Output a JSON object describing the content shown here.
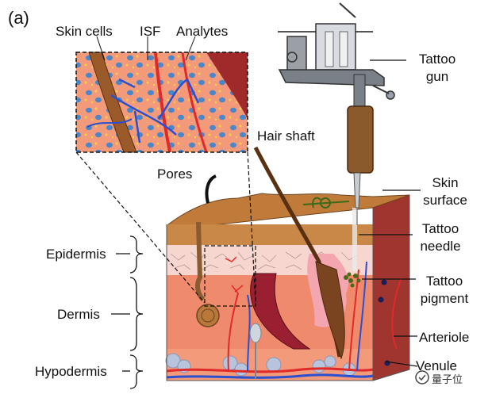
{
  "panel_label": "(a)",
  "labels": {
    "skin_cells": "Skin cells",
    "isf": "ISF",
    "analytes": "Analytes",
    "tattoo_gun_1": "Tattoo",
    "tattoo_gun_2": "gun",
    "hair_shaft": "Hair shaft",
    "pores": "Pores",
    "skin_surface_1": "Skin",
    "skin_surface_2": "surface",
    "tattoo_needle_1": "Tattoo",
    "tattoo_needle_2": "needle",
    "tattoo_pigment_1": "Tattoo",
    "tattoo_pigment_2": "pigment",
    "arteriole": "Arteriole",
    "venule": "Venule",
    "epidermis": "Epidermis",
    "dermis": "Dermis",
    "hypodermis": "Hypodermis"
  },
  "watermark": "量子位",
  "colors": {
    "dermis": "#f08a6c",
    "epidermis": "#f6d6cf",
    "surface": "#c07a3a",
    "vessel_red": "#e02a2a",
    "vessel_blue": "#2a4fd0",
    "cell_blue": "#4a86c8",
    "analyte_yellow": "#f3d24a"
  }
}
